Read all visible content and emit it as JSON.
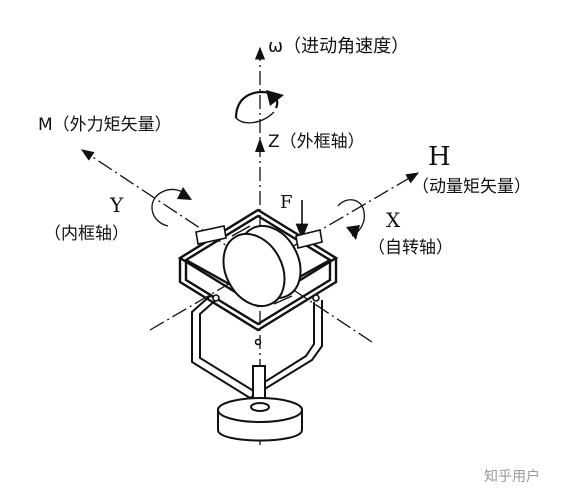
{
  "labels": {
    "omega": "ω（进动角速度）",
    "m": "M（外力矩矢量）",
    "z": "Z（外框轴）",
    "h_letter": "H",
    "h_desc": "（动量矩矢量）",
    "y_letter": "Y",
    "y_desc": "（内框轴）",
    "f": "F",
    "x_letter": "X",
    "x_desc": "（自转轴）"
  },
  "watermark": "知乎用户",
  "colors": {
    "ink": "#111111",
    "watermark": "#9a9a9a"
  }
}
